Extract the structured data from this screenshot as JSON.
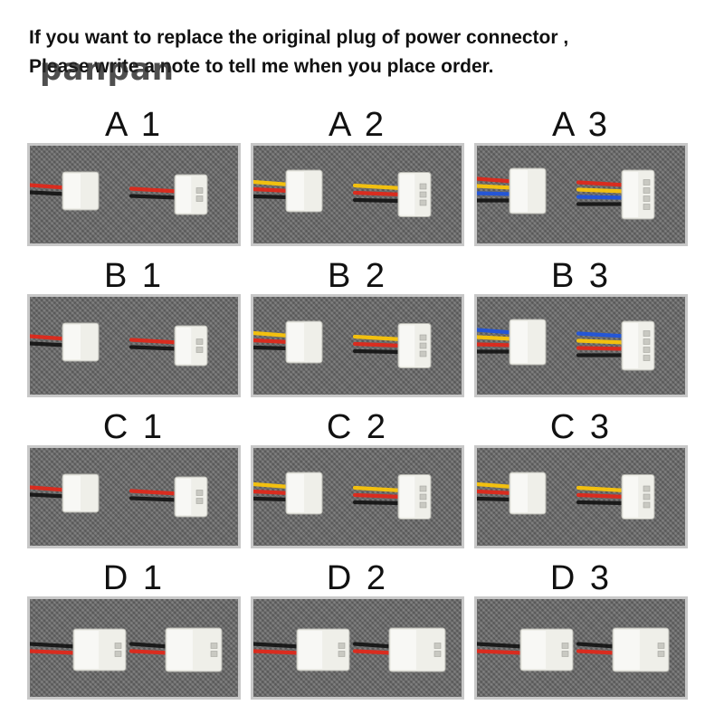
{
  "header": {
    "line1": "If you want to replace the original plug of power connector ,",
    "line2": "Please write a note to tell me when you place order.",
    "watermark": "panpan"
  },
  "connectors": [
    {
      "label": "A 1",
      "wires": [
        "#d92c1f",
        "#1a1a1a"
      ]
    },
    {
      "label": "A 2",
      "wires": [
        "#f2c00f",
        "#d92c1f",
        "#1a1a1a"
      ]
    },
    {
      "label": "A 3",
      "wires": [
        "#d92c1f",
        "#f2c00f",
        "#2456d6",
        "#1a1a1a"
      ]
    },
    {
      "label": "B 1",
      "wires": [
        "#d92c1f",
        "#1a1a1a"
      ]
    },
    {
      "label": "B 2",
      "wires": [
        "#f2c00f",
        "#d92c1f",
        "#1a1a1a"
      ]
    },
    {
      "label": "B 3",
      "wires": [
        "#2456d6",
        "#f2c00f",
        "#d92c1f",
        "#1a1a1a"
      ]
    },
    {
      "label": "C 1",
      "wires": [
        "#d92c1f",
        "#1a1a1a"
      ]
    },
    {
      "label": "C 2",
      "wires": [
        "#f2c00f",
        "#d92c1f",
        "#1a1a1a"
      ]
    },
    {
      "label": "C 3",
      "wires": [
        "#f2c00f",
        "#d92c1f",
        "#1a1a1a"
      ]
    },
    {
      "label": "D 1",
      "wires": [
        "#1a1a1a",
        "#d92c1f"
      ]
    },
    {
      "label": "D 2",
      "wires": [
        "#1a1a1a",
        "#d92c1f"
      ]
    },
    {
      "label": "D 3",
      "wires": [
        "#1a1a1a",
        "#d92c1f"
      ]
    }
  ]
}
